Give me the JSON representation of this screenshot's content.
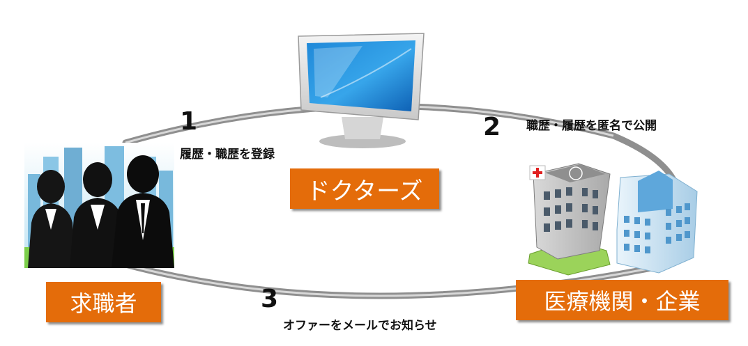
{
  "nodes": {
    "center": "ドクターズ",
    "left": "求職者",
    "right": "医療機関・企業"
  },
  "steps": [
    {
      "number": "1",
      "text": "履歴・職歴を登録"
    },
    {
      "number": "2",
      "text": "職歴・履歴を匿名で公開"
    },
    {
      "number": "3",
      "text": "オファーをメールでお知らせ"
    }
  ],
  "icons": {
    "center": "computer-monitor-icon",
    "left": "job-seekers-silhouette-icon",
    "right": "hospital-and-office-building-icon"
  },
  "colors": {
    "label_box": "#e46c0a",
    "label_text": "#ffffff",
    "ring": "#9a9a9a",
    "text": "#111111"
  }
}
